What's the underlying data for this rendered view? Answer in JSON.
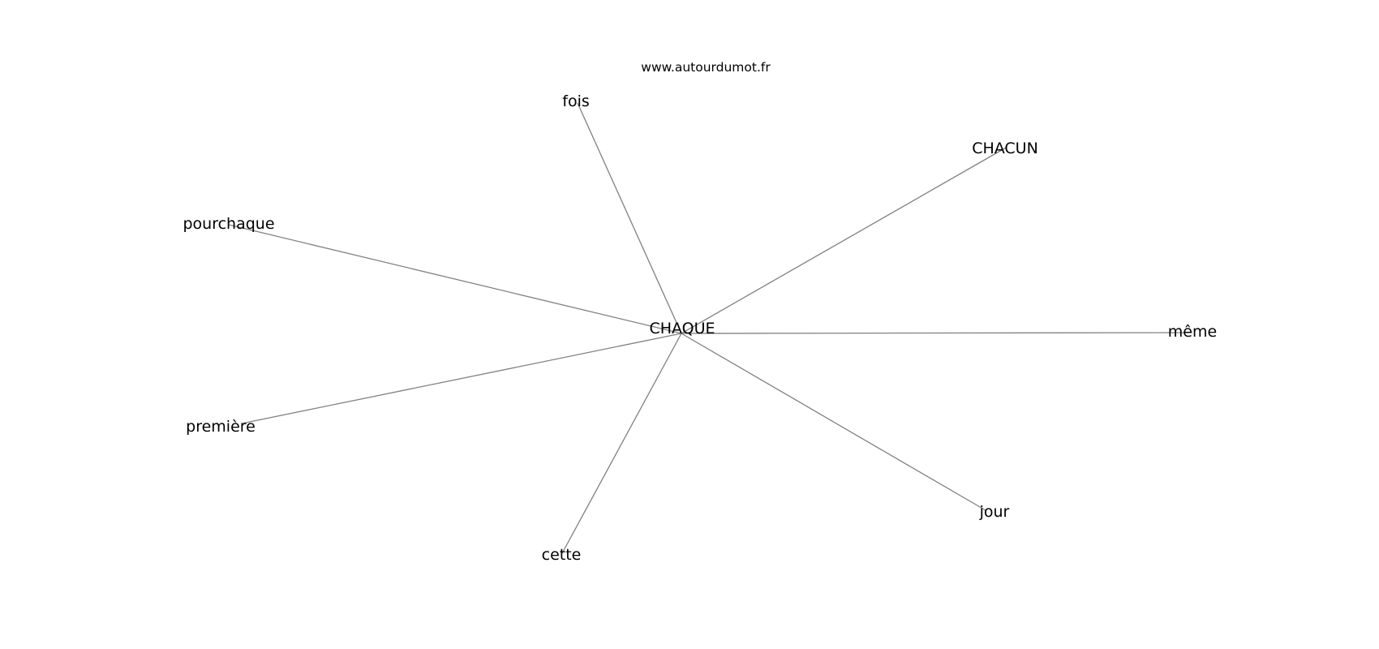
{
  "watermark": "www.autourdumot.fr",
  "graph": {
    "center": {
      "id": "center",
      "label": "CHAQUE"
    },
    "nodes": [
      {
        "id": "fois",
        "label": "fois"
      },
      {
        "id": "chacun",
        "label": "CHACUN"
      },
      {
        "id": "pourchaque",
        "label": "pourchaque"
      },
      {
        "id": "meme",
        "label": "même"
      },
      {
        "id": "premiere",
        "label": "première"
      },
      {
        "id": "jour",
        "label": "jour"
      },
      {
        "id": "cette",
        "label": "cette"
      }
    ],
    "edges": [
      [
        "center",
        "fois"
      ],
      [
        "center",
        "chacun"
      ],
      [
        "center",
        "pourchaque"
      ],
      [
        "center",
        "meme"
      ],
      [
        "center",
        "premiere"
      ],
      [
        "center",
        "jour"
      ],
      [
        "center",
        "cette"
      ]
    ],
    "colors": {
      "edge": "#808080",
      "text": "#000000",
      "background": "#ffffff"
    }
  }
}
